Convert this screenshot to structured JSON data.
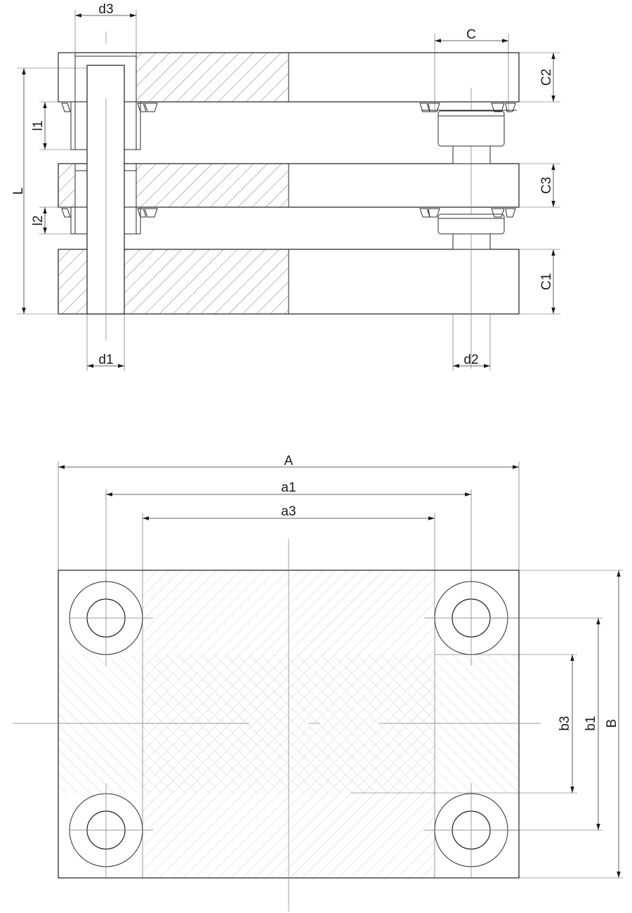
{
  "side_view": {
    "labels": {
      "d3": "d3",
      "C": "C",
      "C2": "C2",
      "C3": "C3",
      "C1": "C1",
      "L": "L",
      "l1": "l1",
      "l2": "l2",
      "d1": "d1",
      "d2": "d2"
    }
  },
  "top_view": {
    "labels": {
      "A": "A",
      "a1": "a1",
      "a3": "a3",
      "b3": "b3",
      "b1": "b1",
      "B": "B"
    }
  }
}
